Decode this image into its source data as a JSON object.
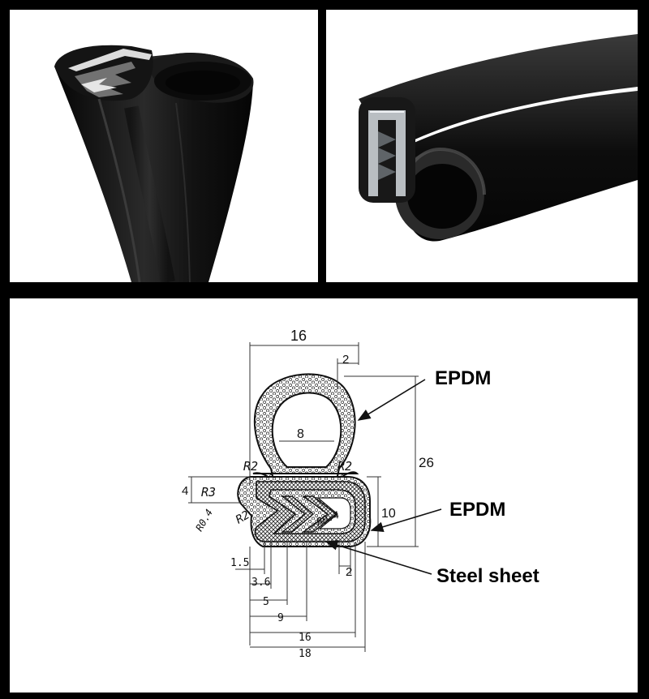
{
  "diagram": {
    "callouts": {
      "top": "EPDM",
      "middle": "EPDM",
      "bottom": "Steel sheet"
    },
    "dims": {
      "width_top": "16",
      "wall": "2",
      "bulb_inner": "8",
      "height_total": "26",
      "height_clip": "10",
      "left_height": "4",
      "r_left": "R2",
      "r_right": "R2",
      "r3": "R3",
      "r_inner": "R2",
      "r04_left": "R0.4",
      "r04_right": "R0.4",
      "gap_bottom": "2",
      "d15": "1.5",
      "d36": "3.6",
      "d5": "5",
      "d9": "9",
      "d16": "16",
      "d18": "18"
    }
  },
  "colors": {
    "page_bg": "#000000",
    "panel_bg": "#ffffff",
    "rubber": "#141414",
    "steel": "#cfd3d6"
  }
}
